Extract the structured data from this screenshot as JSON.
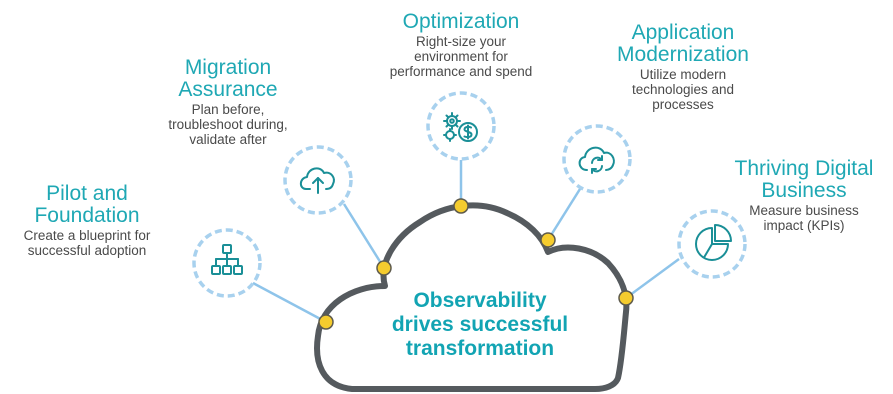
{
  "colors": {
    "accent": "#1fa8b4",
    "icon": "#1a8f97",
    "connector": "#8ec4ea",
    "dashed_ring": "#a8d1ee",
    "cloud_stroke": "#555a5e",
    "node_fill": "#f5cc2e",
    "node_stroke": "#5d5a4c",
    "body_text": "#4a4a4a"
  },
  "center": {
    "title": "Observability\ndrives successful\ntransformation"
  },
  "stages": [
    {
      "id": "pilot",
      "title": "Pilot and\nFoundation",
      "description": "Create a blueprint for\nsuccessful adoption",
      "icon": "hierarchy-icon"
    },
    {
      "id": "migration",
      "title": "Migration\nAssurance",
      "description": "Plan before,\ntroubleshoot during,\nvalidate after",
      "icon": "cloud-upload-icon"
    },
    {
      "id": "optimization",
      "title": "Optimization",
      "description": "Right-size your\nenvironment for\nperformance and spend",
      "icon": "gears-dollar-icon"
    },
    {
      "id": "modernization",
      "title": "Application\nModernization",
      "description": "Utilize modern\ntechnologies and\nprocesses",
      "icon": "cloud-sync-icon"
    },
    {
      "id": "thriving",
      "title": "Thriving Digital\nBusiness",
      "description": "Measure business\nimpact (KPIs)",
      "icon": "pie-chart-icon"
    }
  ]
}
